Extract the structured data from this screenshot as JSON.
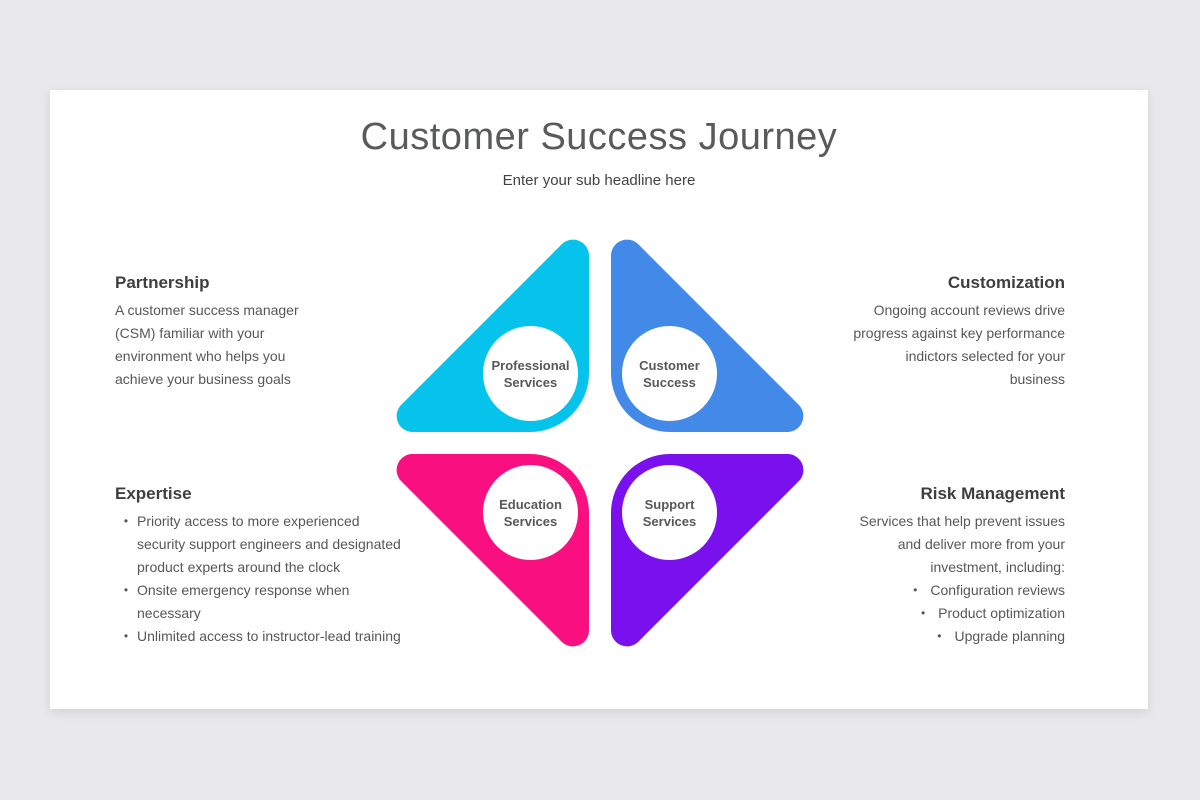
{
  "header": {
    "title": "Customer Success Journey",
    "subtitle": "Enter your sub headline here"
  },
  "diagram": {
    "quadrants": [
      {
        "id": "professional-services",
        "label_line1": "Professional",
        "label_line2": "Services",
        "color": "#05c3ea"
      },
      {
        "id": "customer-success",
        "label_line1": "Customer",
        "label_line2": "Success",
        "color": "#4289e8"
      },
      {
        "id": "education-services",
        "label_line1": "Education",
        "label_line2": "Services",
        "color": "#fa0f80"
      },
      {
        "id": "support-services",
        "label_line1": "Support",
        "label_line2": "Services",
        "color": "#7a10ee"
      }
    ]
  },
  "sections": {
    "partnership": {
      "heading": "Partnership",
      "lines": [
        "A customer success manager",
        "(CSM) familiar with your",
        "environment who helps you",
        "achieve your business goals"
      ]
    },
    "customization": {
      "heading": "Customization",
      "lines": [
        "Ongoing account reviews drive",
        "progress against key performance",
        "indictors selected for your",
        "business"
      ]
    },
    "expertise": {
      "heading": "Expertise",
      "bullet_glyph": "•",
      "bullets": [
        {
          "lines": [
            "Priority access to more experienced",
            "security support engineers and designated",
            "product experts around the clock"
          ]
        },
        {
          "lines": [
            "Onsite emergency response when",
            "necessary"
          ]
        },
        {
          "lines": [
            "Unlimited access to instructor-lead training"
          ]
        }
      ]
    },
    "risk_management": {
      "heading": "Risk Management",
      "bullet_glyph": "•",
      "lines": [
        "Services that help prevent issues",
        "and deliver more from your",
        "investment, including:"
      ],
      "bullets": [
        "Configuration reviews",
        "Product optimization",
        "Upgrade planning"
      ]
    }
  },
  "colors": {
    "page_background": "#e9e9eb",
    "slide_background": "#ffffff",
    "title_text": "#595a5c",
    "body_text": "#565759"
  }
}
